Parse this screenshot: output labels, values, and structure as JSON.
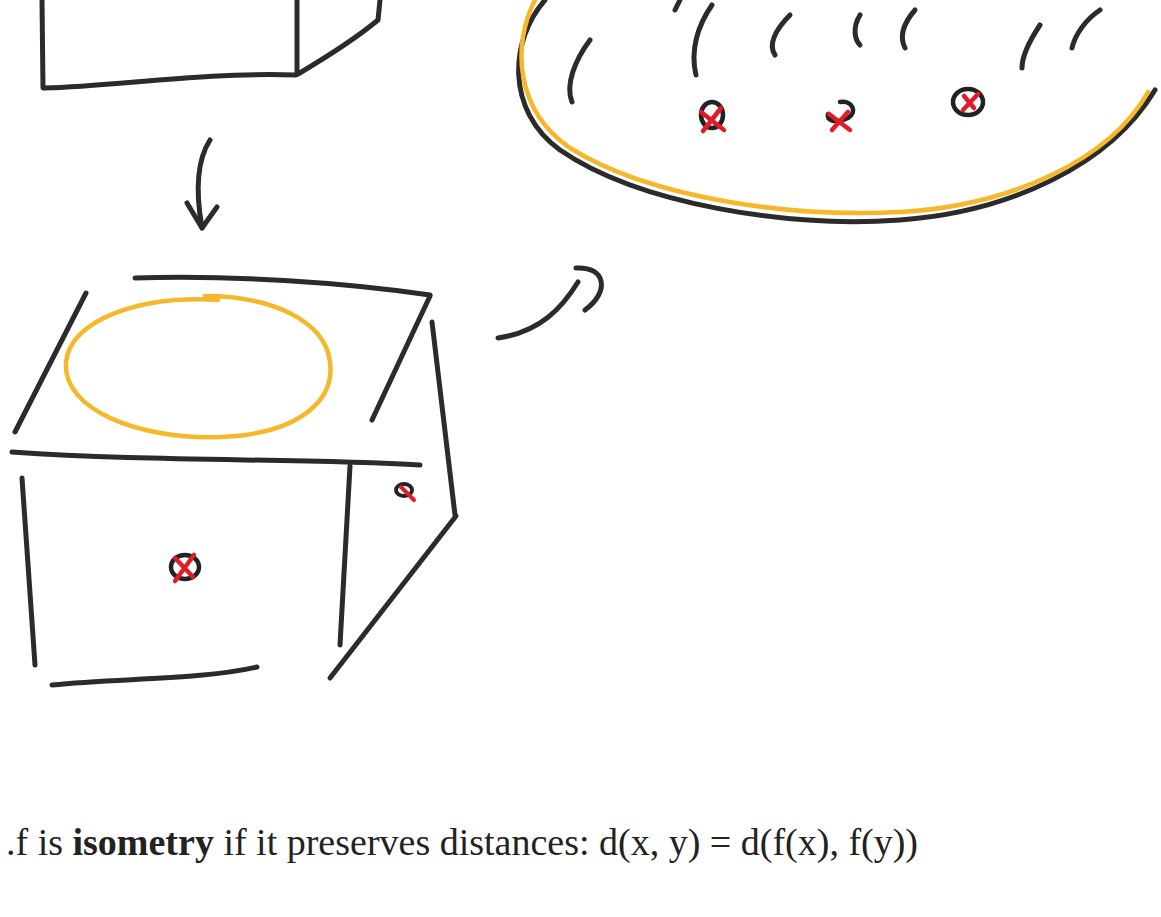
{
  "diagram": {
    "labels": [
      ".",
      "f is",
      "isometry",
      "if it preserves distances: d(x, y) = d(f(x), f(y))"
    ]
  }
}
